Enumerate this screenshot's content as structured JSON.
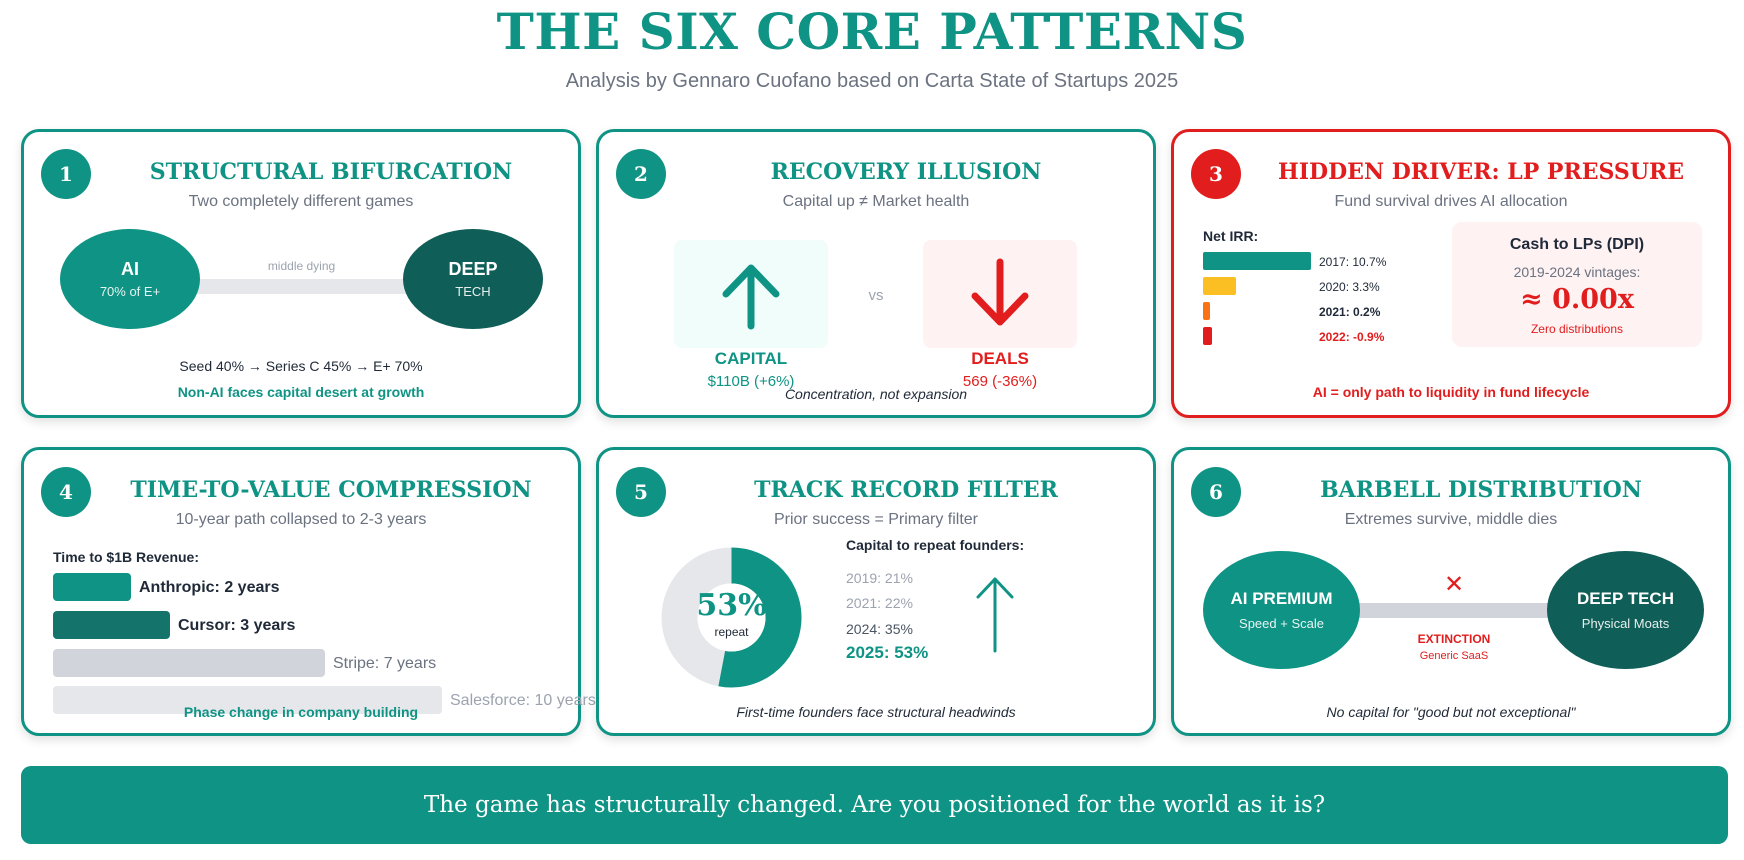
{
  "header": {
    "title": "THE SIX CORE PATTERNS",
    "subtitle": "Analysis by Gennaro Cuofano based on Carta State of Startups 2025"
  },
  "colors": {
    "teal": "#0e9384",
    "dark_teal": "#0f5e57",
    "red": "#e11d1d",
    "yellow": "#fbbf24",
    "orange": "#f97316",
    "gray": "#d1d5db"
  },
  "cards": {
    "c1": {
      "number": "1",
      "title": "STRUCTURAL BIFURCATION",
      "subtitle": "Two completely different games",
      "left_title": "AI",
      "left_sub": "70% of E+",
      "connector_label": "middle dying",
      "right_title": "DEEP",
      "right_sub": "TECH",
      "stats": "Seed 40% → Series C 45% → E+ 70%",
      "conclusion": "Non-AI faces capital desert at growth"
    },
    "c2": {
      "number": "2",
      "title": "RECOVERY ILLUSION",
      "subtitle": "Capital up ≠ Market health",
      "left_label": "CAPITAL",
      "left_value": "$110B (+6%)",
      "vs": "vs",
      "right_label": "DEALS",
      "right_value": "569 (-36%)",
      "conclusion": "Concentration, not expansion"
    },
    "c3": {
      "number": "3",
      "title": "HIDDEN DRIVER: LP PRESSURE",
      "subtitle": "Fund survival drives AI allocation",
      "irr_label": "Net IRR:",
      "irr": [
        {
          "label": "2017: 10.7%",
          "value": 10.7,
          "color": "#0e9384"
        },
        {
          "label": "2020: 3.3%",
          "value": 3.3,
          "color": "#fbbf24"
        },
        {
          "label": "2021: 0.2%",
          "value": 0.2,
          "color": "#f97316"
        },
        {
          "label": "2022: -0.9%",
          "value": -0.9,
          "color": "#e11d1d"
        }
      ],
      "dpi_title": "Cash to LPs (DPI)",
      "dpi_sub": "2019-2024 vintages:",
      "dpi_value": "≈ 0.00x",
      "dpi_note": "Zero distributions",
      "conclusion": "AI = only path to liquidity in fund lifecycle"
    },
    "c4": {
      "number": "4",
      "title": "TIME-TO-VALUE COMPRESSION",
      "subtitle": "10-year path collapsed to 2-3 years",
      "chart_label": "Time to $1B Revenue:",
      "bars": [
        {
          "label": "Anthropic: 2 years",
          "years": 2
        },
        {
          "label": "Cursor: 3 years",
          "years": 3
        },
        {
          "label": "Stripe: 7 years",
          "years": 7
        },
        {
          "label": "Salesforce: 10 years",
          "years": 10
        }
      ],
      "conclusion": "Phase change in company building"
    },
    "c5": {
      "number": "5",
      "title": "TRACK RECORD FILTER",
      "subtitle": "Prior success = Primary filter",
      "donut_value": "53%",
      "donut_label": "repeat",
      "donut_fraction": 0.53,
      "list_title": "Capital to repeat founders:",
      "items": [
        "2019: 21%",
        "2021: 22%",
        "2024: 35%",
        "2025: 53%"
      ],
      "conclusion": "First-time founders face structural headwinds"
    },
    "c6": {
      "number": "6",
      "title": "BARBELL DISTRIBUTION",
      "subtitle": "Extremes survive, middle dies",
      "left_title": "AI PREMIUM",
      "left_sub": "Speed + Scale",
      "mid_mark": "✕",
      "mid_title": "EXTINCTION",
      "mid_sub": "Generic SaaS",
      "right_title": "DEEP TECH",
      "right_sub": "Physical Moats",
      "conclusion": "No capital for \"good but not exceptional\""
    }
  },
  "banner": "The game has structurally changed. Are you positioned for the world as it is?"
}
